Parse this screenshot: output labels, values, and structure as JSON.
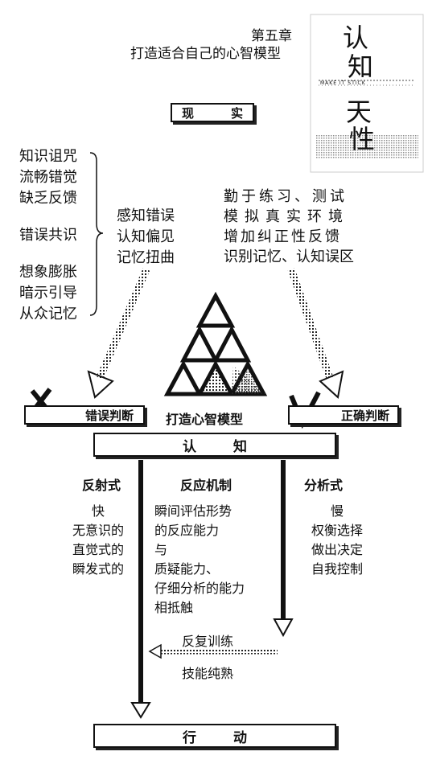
{
  "header": {
    "chapter": "第五章",
    "title": "打造适合自己的心智模型"
  },
  "book_cover": {
    "title_chars": [
      "认",
      "知",
      "天",
      "性"
    ],
    "english_title": "MAKE IT STICK"
  },
  "reality_box": {
    "left": "现",
    "right": "实"
  },
  "causes": {
    "group1": [
      "知识诅咒",
      "流畅错觉",
      "缺乏反馈"
    ],
    "group2": [
      "错误共识"
    ],
    "group3": [
      "想象膨胀",
      "暗示引导",
      "从众记忆"
    ]
  },
  "biases": [
    "感知错误",
    "认知偏见",
    "记忆扭曲"
  ],
  "practices": [
    "勤于练习、测试",
    "模拟真实环境",
    "增加纠正性反馈",
    "识别记忆、认知误区"
  ],
  "pyramid_label": "打造心智模型",
  "wrong_judgment": {
    "mark": "X",
    "label": "错误判断"
  },
  "right_judgment": {
    "mark": "√",
    "label": "正确判断"
  },
  "cognition_box": {
    "left": "认",
    "right": "知"
  },
  "columns": {
    "reflex": {
      "title": "反射式",
      "lines": [
        "快",
        "无意识的",
        "直觉式的",
        "瞬发式的"
      ]
    },
    "mechanism": {
      "title": "反应机制",
      "lines": [
        "瞬间评估形势",
        "的反应能力",
        "与",
        "质疑能力、",
        "仔细分析的能力",
        "相抵触"
      ]
    },
    "analytic": {
      "title": "分析式",
      "lines": [
        "慢",
        "权衡选择",
        "做出决定",
        "自我控制"
      ]
    }
  },
  "training": {
    "repeat": "反复训练",
    "skilled": "技能纯熟"
  },
  "action_box": {
    "left": "行",
    "right": "动"
  }
}
